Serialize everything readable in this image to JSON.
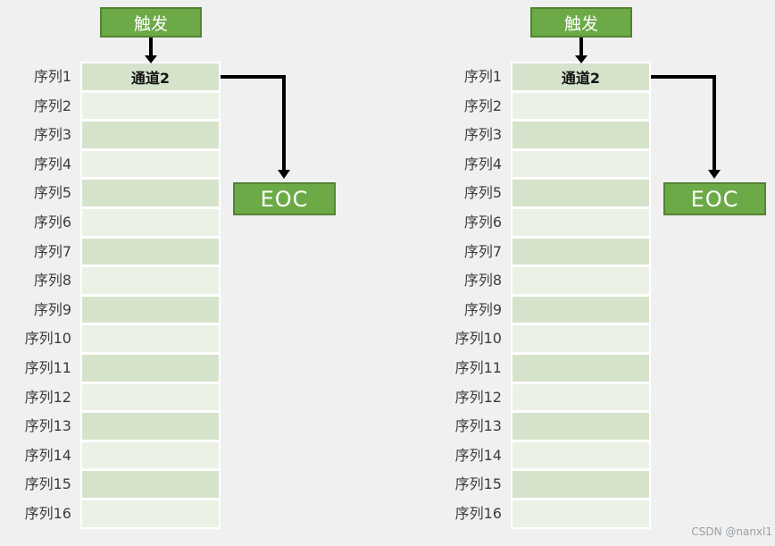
{
  "watermark": "CSDN @nanxl1",
  "colors": {
    "accent_green": "#6caa47",
    "accent_green_border": "#548235",
    "row_fill_dark": "#d6e3cb",
    "row_fill_light": "#ebf1e5",
    "table_border": "#ffffff",
    "background": "#f0f0f0",
    "arrow": "#000000"
  },
  "diagrams": [
    {
      "trigger": {
        "label": "触发"
      },
      "eoc": {
        "label": "EOC"
      },
      "rows": [
        {
          "label": "序列1",
          "value": "通道2"
        },
        {
          "label": "序列2",
          "value": ""
        },
        {
          "label": "序列3",
          "value": ""
        },
        {
          "label": "序列4",
          "value": ""
        },
        {
          "label": "序列5",
          "value": ""
        },
        {
          "label": "序列6",
          "value": ""
        },
        {
          "label": "序列7",
          "value": ""
        },
        {
          "label": "序列8",
          "value": ""
        },
        {
          "label": "序列9",
          "value": ""
        },
        {
          "label": "序列10",
          "value": ""
        },
        {
          "label": "序列11",
          "value": ""
        },
        {
          "label": "序列12",
          "value": ""
        },
        {
          "label": "序列13",
          "value": ""
        },
        {
          "label": "序列14",
          "value": ""
        },
        {
          "label": "序列15",
          "value": ""
        },
        {
          "label": "序列16",
          "value": ""
        }
      ]
    },
    {
      "trigger": {
        "label": "触发"
      },
      "eoc": {
        "label": "EOC"
      },
      "rows": [
        {
          "label": "序列1",
          "value": "通道2"
        },
        {
          "label": "序列2",
          "value": ""
        },
        {
          "label": "序列3",
          "value": ""
        },
        {
          "label": "序列4",
          "value": ""
        },
        {
          "label": "序列5",
          "value": ""
        },
        {
          "label": "序列6",
          "value": ""
        },
        {
          "label": "序列7",
          "value": ""
        },
        {
          "label": "序列8",
          "value": ""
        },
        {
          "label": "序列9",
          "value": ""
        },
        {
          "label": "序列10",
          "value": ""
        },
        {
          "label": "序列11",
          "value": ""
        },
        {
          "label": "序列12",
          "value": ""
        },
        {
          "label": "序列13",
          "value": ""
        },
        {
          "label": "序列14",
          "value": ""
        },
        {
          "label": "序列15",
          "value": ""
        },
        {
          "label": "序列16",
          "value": ""
        }
      ]
    }
  ]
}
